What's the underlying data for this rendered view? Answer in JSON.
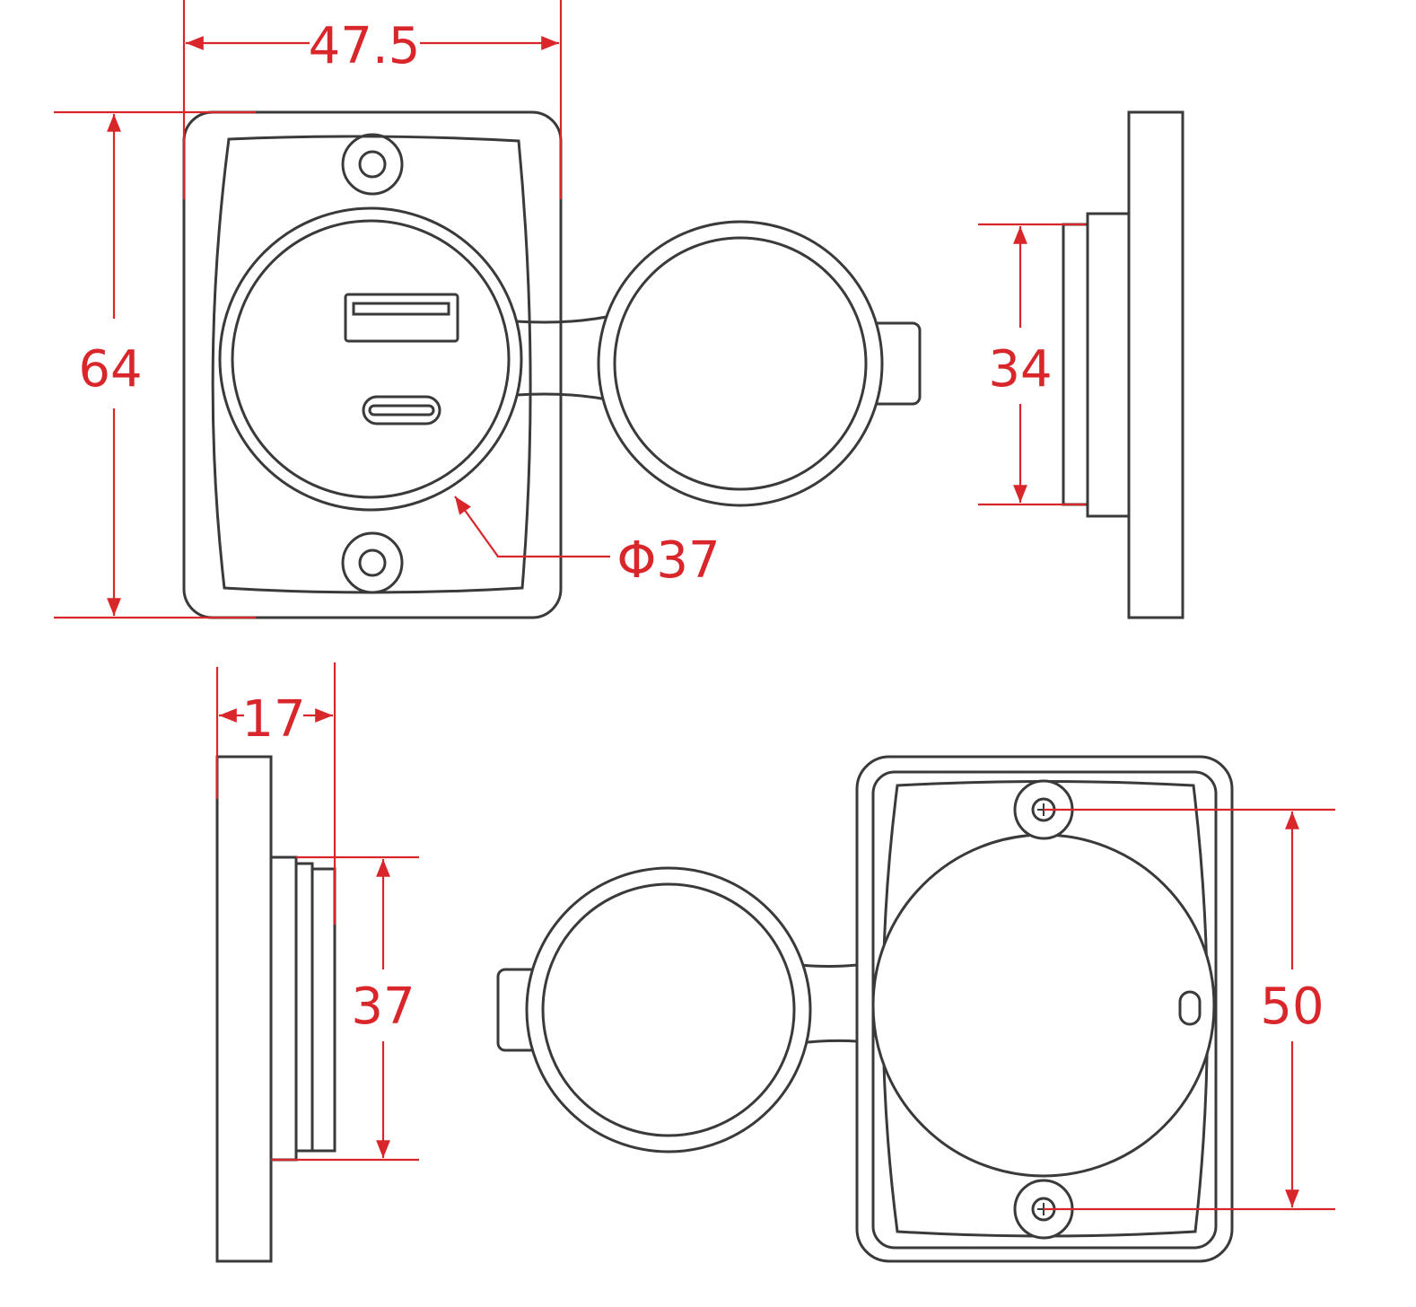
{
  "dimensions": {
    "front_width": "47.5",
    "front_height": "64",
    "cutout_diameter": "Φ37",
    "side_flange_height": "34",
    "depth": "17",
    "body_height": "37",
    "screw_spacing": "50"
  },
  "colors": {
    "dimension": "#d8262b",
    "outline": "#3a3a3a"
  }
}
